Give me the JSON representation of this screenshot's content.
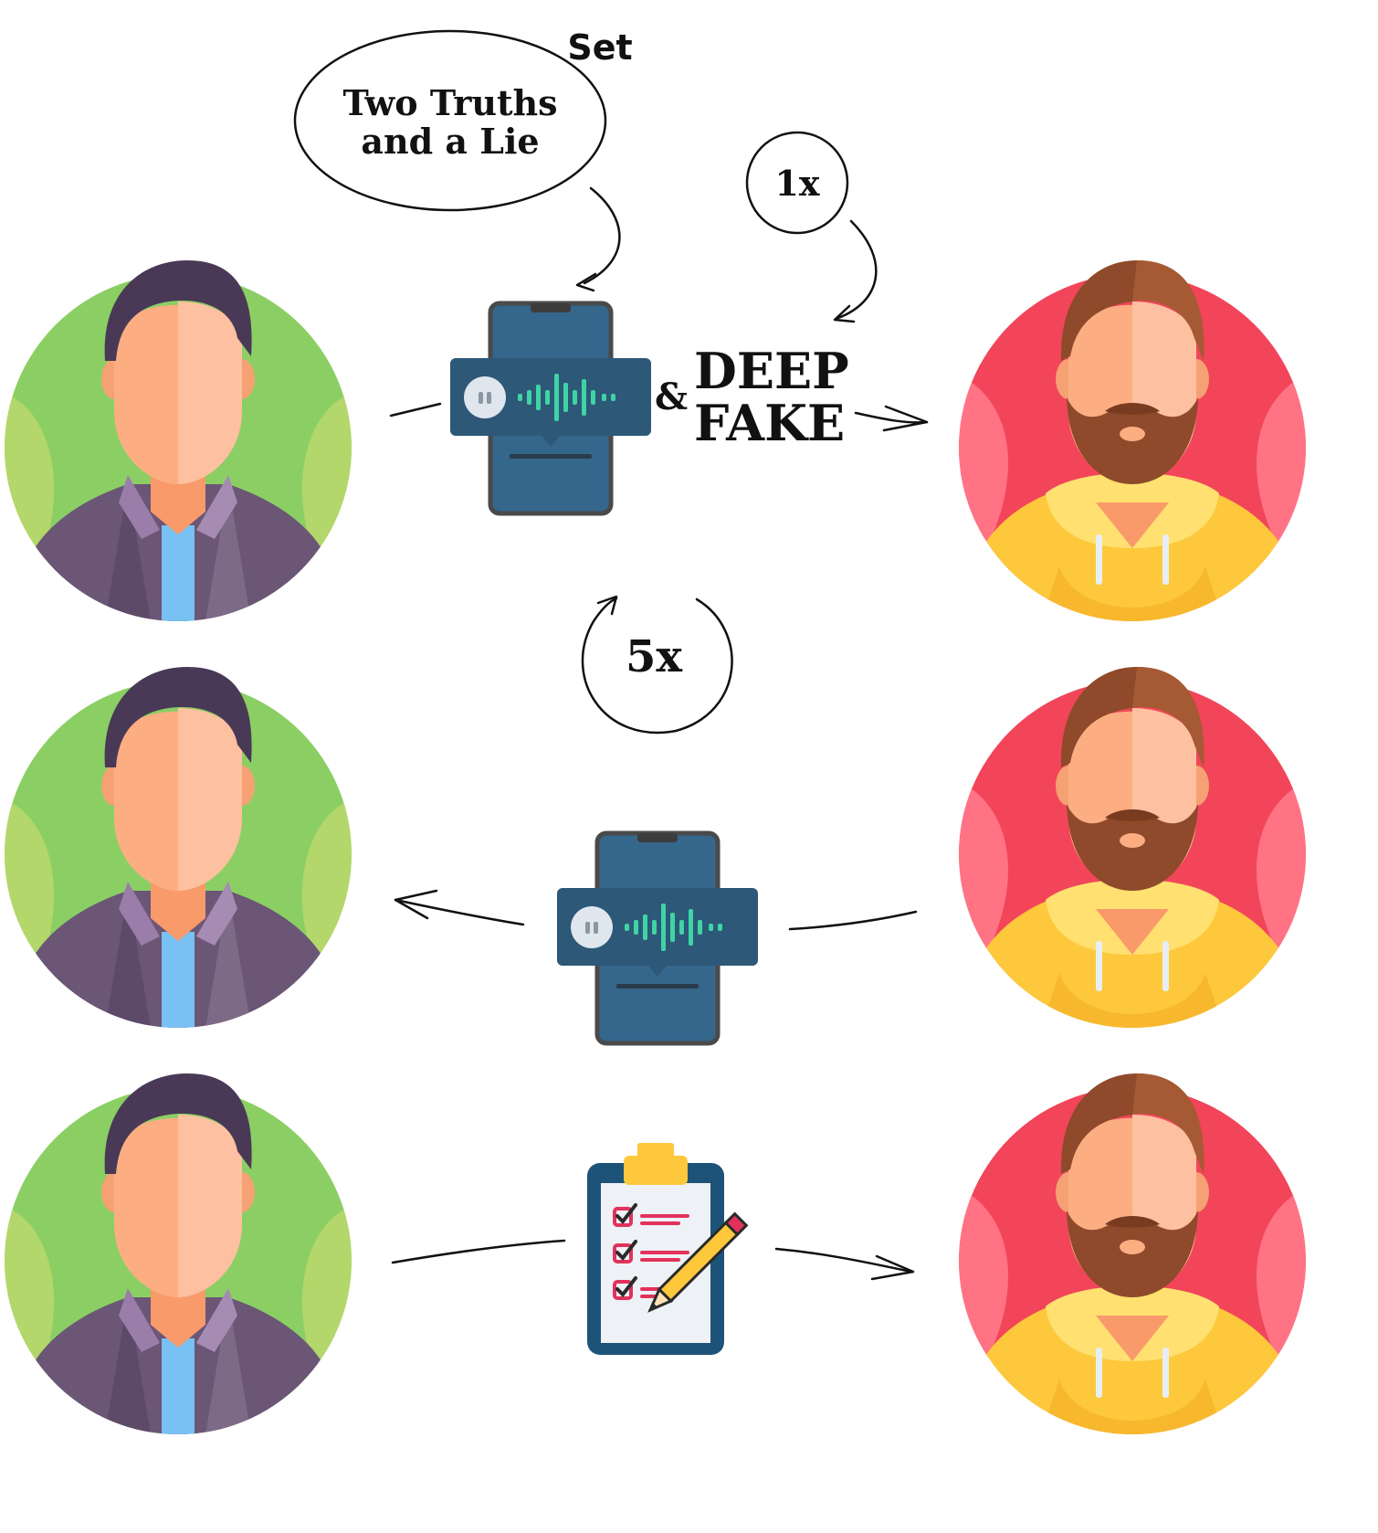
{
  "labels": {
    "set": "Set",
    "bubble_line1": "Two Truths",
    "bubble_line2": "and a Lie",
    "once": "1x",
    "ampersand": "&",
    "deep": "DEEP",
    "fake": "FAKE",
    "repeat": "5x"
  },
  "icons": {
    "sender": "person-avatar-green",
    "receiver": "bearded-person-avatar-red",
    "message": "phone-voice-message-icon",
    "form": "clipboard-checklist-icon"
  },
  "colors": {
    "green": "#8bcf64",
    "red": "#f2455a",
    "phone": "#35668b",
    "wave": "#3fd4a5",
    "yellow": "#fdc83b"
  }
}
